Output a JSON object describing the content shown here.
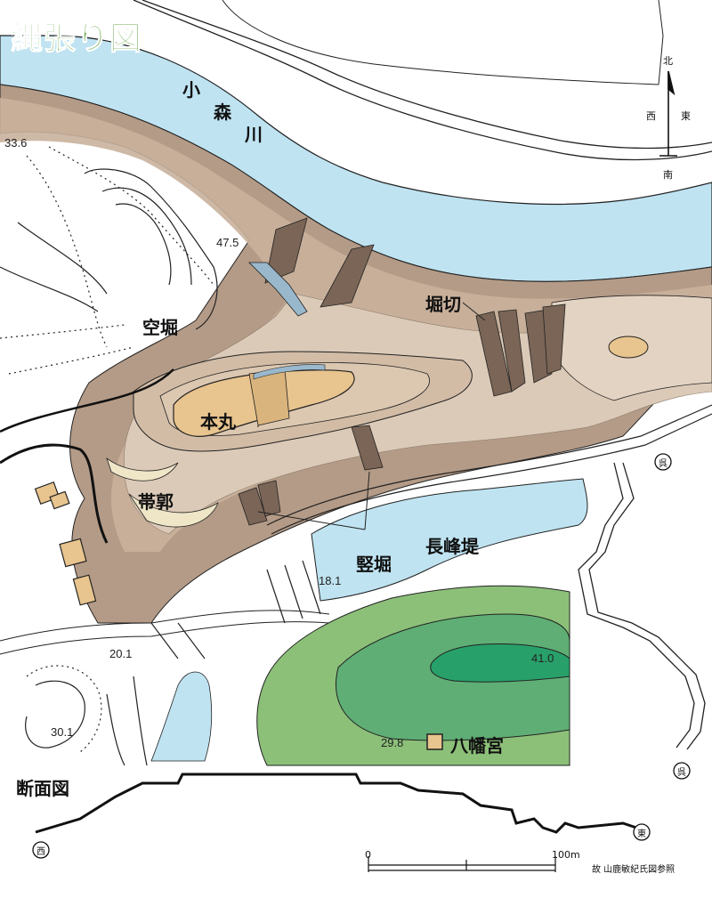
{
  "title": "縄張り図",
  "river": "小\n森\n川",
  "river_chars": [
    "小",
    "森",
    "川"
  ],
  "labels": {
    "karabori": "空堀",
    "honmaru": "本丸",
    "obiguruwa": "帯郭",
    "horikiri": "堀切",
    "tatebori": "竪堀",
    "pond": "長峰堤",
    "shrine": "八幡宮",
    "section": "断面図"
  },
  "elevations": [
    "33.6",
    "47.5",
    "18.1",
    "20.1",
    "30.1",
    "41.0",
    "29.8"
  ],
  "compass": {
    "north": "北",
    "west": "西",
    "east": "東",
    "south": "南"
  },
  "circled": {
    "right_top": "呉",
    "right_bottom": "呉",
    "section_west": "西",
    "section_east": "東"
  },
  "scale": {
    "start": "0",
    "end": "100m"
  },
  "source": "故 山鹿敏紀氏図参照",
  "colors": {
    "title": "#6fae52",
    "water": "#bfe3f1",
    "slope_dark": "#b49b87",
    "slope_mid": "#c9b19c",
    "slope_light": "#dccab8",
    "honmaru": "#e8c48e",
    "hill_outer": "#8cc079",
    "hill_mid": "#5fae75",
    "hill_top": "#28a06a"
  }
}
